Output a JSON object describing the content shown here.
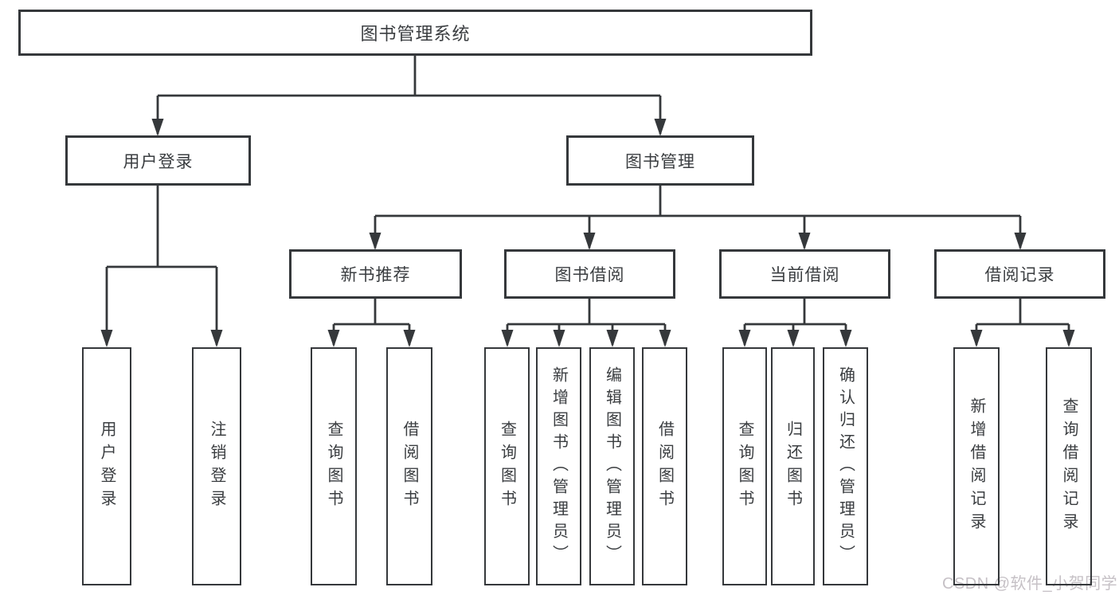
{
  "diagram_title": "图书管理系统",
  "colors": {
    "line": "#35383b",
    "box_border": "#35383b",
    "text": "#3a3d40",
    "background": "#ffffff",
    "watermark": "#c6c1c6"
  },
  "nodes": {
    "root": "图书管理系统",
    "level2": [
      "用户登录",
      "图书管理"
    ],
    "level3": [
      "新书推荐",
      "图书借阅",
      "当前借阅",
      "借阅记录"
    ],
    "leaves_user_login": [
      "用户登录",
      "注销登录"
    ],
    "leaves_new_book": [
      "查询图书",
      "借阅图书"
    ],
    "leaves_book_borrow": [
      "查询图书",
      "新增图书（管理员）",
      "编辑图书（管理员）",
      "借阅图书"
    ],
    "leaves_current_borrow": [
      "查询图书",
      "归还图书",
      "确认归还（管理员）"
    ],
    "leaves_borrow_records": [
      "新增借阅记录",
      "查询借阅记录"
    ]
  },
  "watermark": "CSDN @软件_小贺同学"
}
